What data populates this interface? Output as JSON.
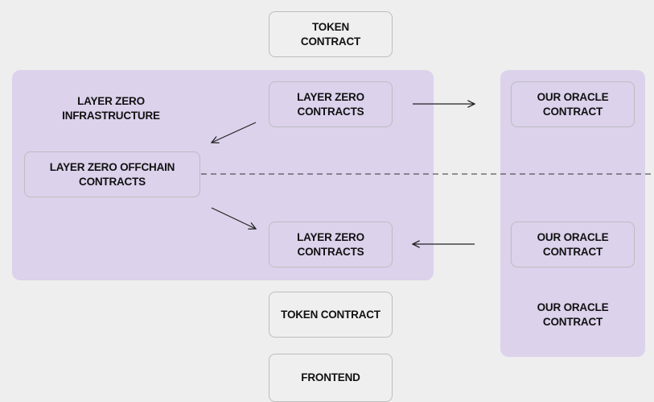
{
  "nodes": {
    "token_contract_top": "TOKEN\nCONTRACT",
    "lz_infrastructure_label": "LAYER ZERO\nINFRASTRUCTURE",
    "lz_contracts_upper": "LAYER ZERO\nCONTRACTS",
    "lz_offchain_contracts": "LAYER ZERO  OFFCHAIN\nCONTRACTS",
    "lz_contracts_lower": "LAYER ZERO\nCONTRACTS",
    "oracle_contract_upper": "OUR ORACLE\nCONTRACT",
    "oracle_contract_lower": "OUR ORACLE\nCONTRACT",
    "oracle_contract_label": "OUR ORACLE\nCONTRACT",
    "token_contract_bottom": "TOKEN CONTRACT",
    "frontend": "FRONTEND"
  },
  "colors": {
    "background": "#eeeeee",
    "region_fill": "#dcd2ec",
    "box_border": "#bdbdbd",
    "line": "#222222"
  }
}
